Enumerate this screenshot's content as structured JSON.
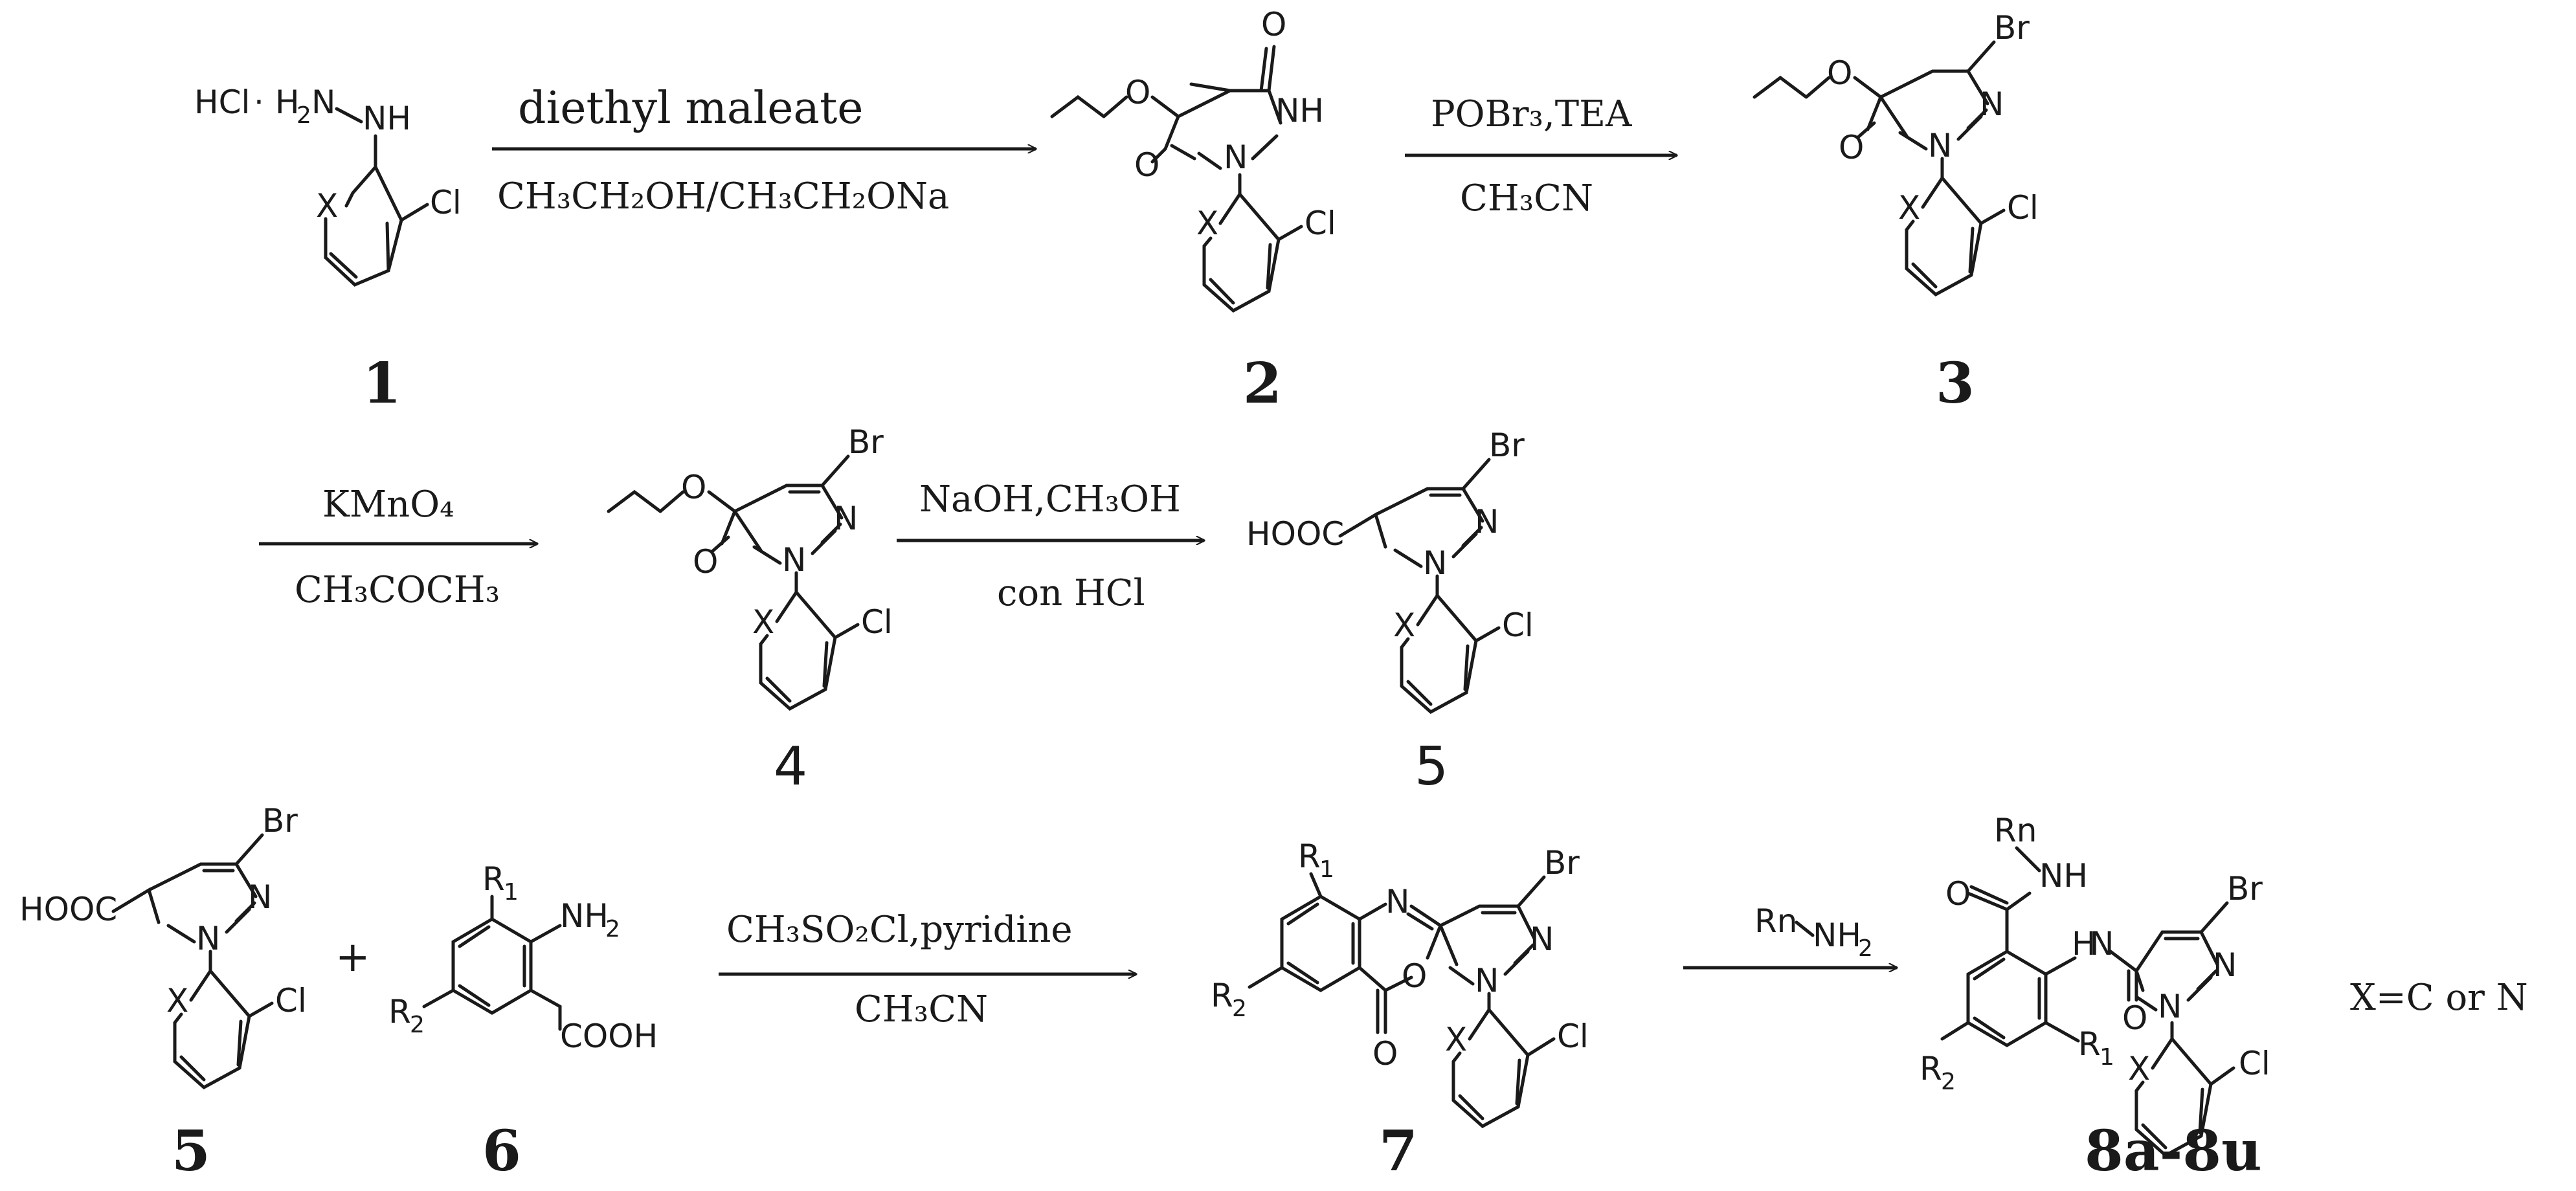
{
  "compounds": {
    "c1": "1",
    "c2": "2",
    "c3": "3",
    "c4": "4",
    "c5": "5",
    "c5b": "5",
    "c6": "6",
    "c7": "7",
    "c8": "8a-8u"
  },
  "atoms": {
    "hcl": "HCl",
    "dot": "·",
    "h": "H",
    "two": "2",
    "n": "N",
    "nh": "NH",
    "o": "O",
    "x": "X",
    "cl": "Cl",
    "br": "Br",
    "hooc": "HOOC",
    "r": "R",
    "one": "1",
    "cooh": "COOH",
    "rn": "Rn",
    "nh2": "NH",
    "plus": "+"
  },
  "conditions": {
    "s1_top": "diethyl maleate",
    "s1_bottom": "CH₃CH₂OH/CH₃CH₂ONa",
    "s2_top": "POBr₃,TEA",
    "s2_bottom": "CH₃CN",
    "s3_top": "KMnO₄",
    "s3_bottom": "CH₃COCH₃",
    "s4_top": "NaOH,CH₃OH",
    "s4_bottom": "con HCl",
    "s5_top": "CH₃SO₂Cl,pyridine",
    "s5_bottom": "CH₃CN",
    "s6_top": "Rn",
    "note": "X=C or N"
  }
}
